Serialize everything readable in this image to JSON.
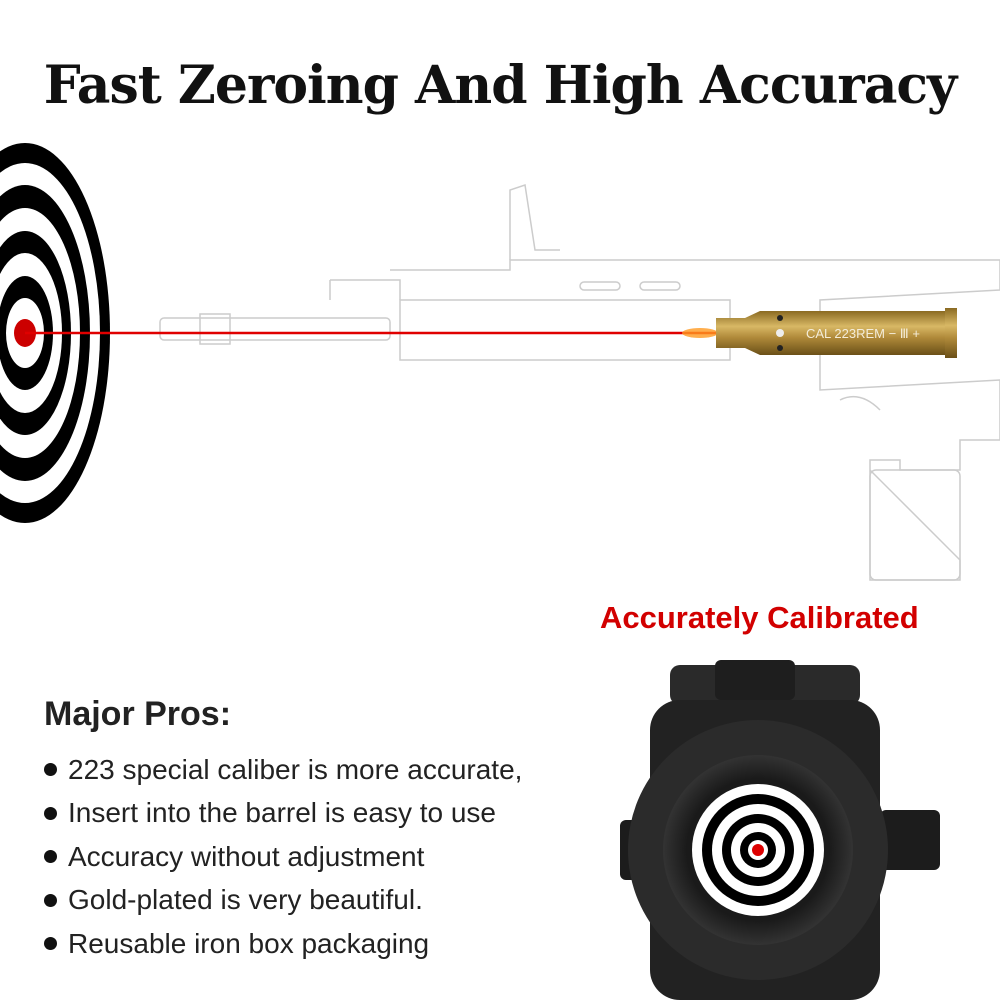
{
  "title": "Fast Zeroing And High Accuracy",
  "cartridge_marking": "CAL  223REM − Ⅲ +",
  "calibration_label": "Accurately Calibrated",
  "pros": {
    "heading": "Major Pros:",
    "items": [
      "223 special caliber is more accurate,",
      "Insert into the barrel is easy to use",
      "Accuracy without adjustment",
      "Gold-plated is very beautiful.",
      "Reusable iron box packaging"
    ]
  },
  "colors": {
    "laser": "#e00000",
    "accent_text": "#d20000",
    "brass": "#b8923a"
  }
}
